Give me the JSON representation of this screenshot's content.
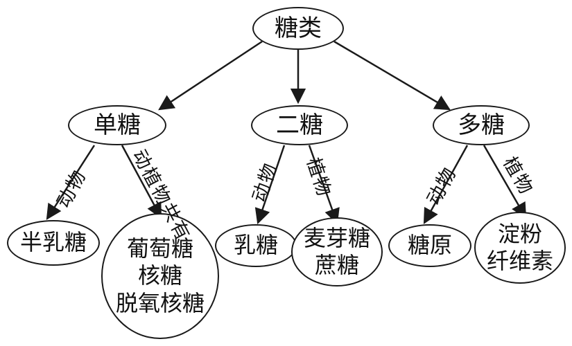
{
  "nodes": {
    "root": "糖类",
    "mono": "单糖",
    "di": "二糖",
    "poly": "多糖",
    "galactose": "半乳糖",
    "mono_common": [
      "葡萄糖",
      "核糖",
      "脱氧核糖"
    ],
    "lactose": "乳糖",
    "di_plant": [
      "麦芽糖",
      "蔗糖"
    ],
    "glycogen": "糖原",
    "poly_plant": [
      "淀粉",
      "纤维素"
    ]
  },
  "edge_labels": {
    "mono_left": "动物",
    "mono_right": "动植物共有",
    "di_left": "动物",
    "di_right": "植物",
    "poly_left": "动物",
    "poly_right": "植物"
  },
  "colors": {
    "line": "#1a1a1a",
    "background": "#ffffff"
  }
}
